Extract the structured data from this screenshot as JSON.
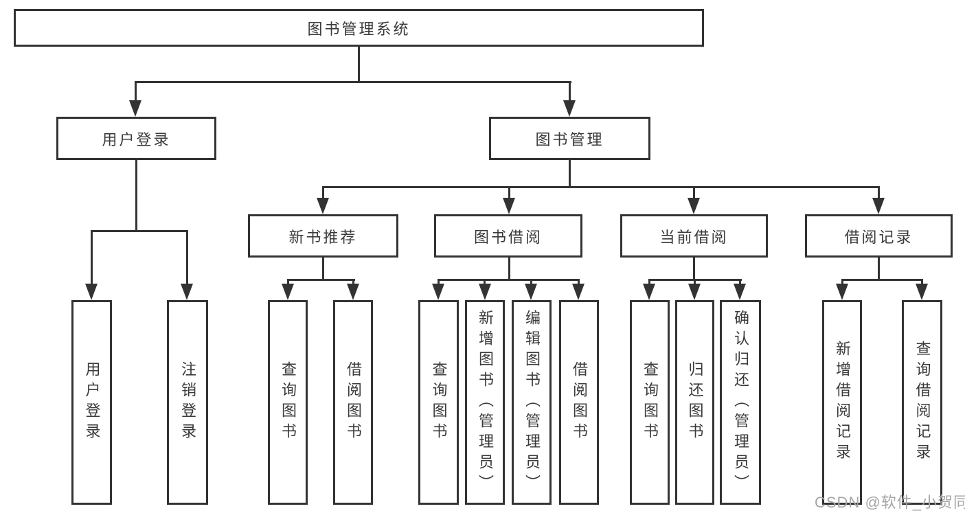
{
  "tree": {
    "root": {
      "label": "图书管理系统"
    },
    "branches": [
      {
        "label": "用户登录",
        "children": [
          {
            "label": "用户登录"
          },
          {
            "label": "注销登录"
          }
        ]
      },
      {
        "label": "图书管理",
        "children": [
          {
            "label": "新书推荐",
            "children": [
              {
                "label": "查询图书"
              },
              {
                "label": "借阅图书"
              }
            ]
          },
          {
            "label": "图书借阅",
            "children": [
              {
                "label": "查询图书"
              },
              {
                "label": "新增图书（管理员）"
              },
              {
                "label": "编辑图书（管理员）"
              },
              {
                "label": "借阅图书"
              }
            ]
          },
          {
            "label": "当前借阅",
            "children": [
              {
                "label": "查询图书"
              },
              {
                "label": "归还图书"
              },
              {
                "label": "确认归还（管理员）"
              }
            ]
          },
          {
            "label": "借阅记录",
            "children": [
              {
                "label": "新增借阅记录"
              },
              {
                "label": "查询借阅记录"
              }
            ]
          }
        ]
      }
    ]
  },
  "watermark": "CSDN @软件_小贺同学",
  "colors": {
    "line": "#333333",
    "text": "#3a3a3a",
    "watermark": "#a6a6a6",
    "background": "#ffffff"
  }
}
